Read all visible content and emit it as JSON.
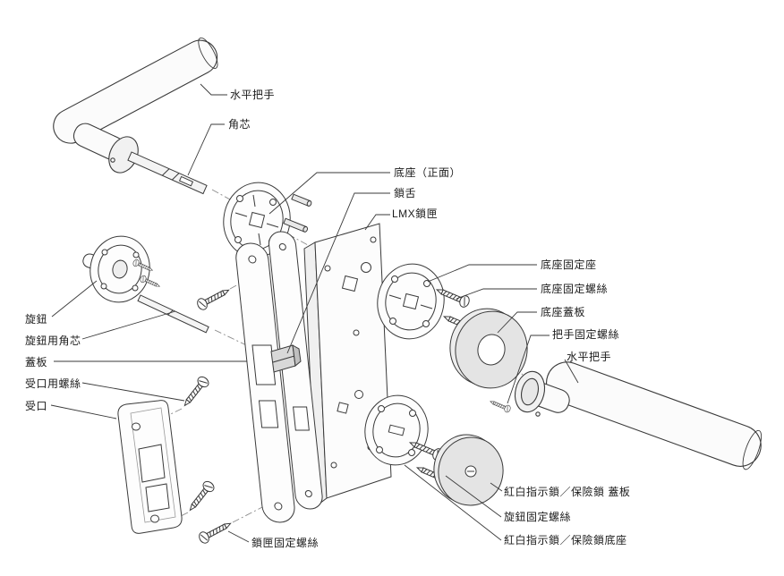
{
  "diagram": {
    "title": "door-lever-lock-exploded-view",
    "colors": {
      "line": "#3a3a3a",
      "fill_light": "#ededed",
      "background": "#ffffff"
    },
    "labels": [
      {
        "id": "handle-left",
        "text": "水平把手"
      },
      {
        "id": "square-spindle",
        "text": "角芯"
      },
      {
        "id": "rose-front",
        "text": "底座（正面）"
      },
      {
        "id": "latch-bolt",
        "text": "鎖舌"
      },
      {
        "id": "lock-case",
        "text": "LMX鎖匣"
      },
      {
        "id": "rose-fixing-seat",
        "text": "底座固定座"
      },
      {
        "id": "rose-fixing-screw",
        "text": "底座固定螺絲"
      },
      {
        "id": "rose-cover",
        "text": "底座蓋板"
      },
      {
        "id": "handle-fix-screw",
        "text": "把手固定螺絲"
      },
      {
        "id": "handle-right",
        "text": "水平把手"
      },
      {
        "id": "thumbturn",
        "text": "旋鈕"
      },
      {
        "id": "thumbturn-spindle",
        "text": "旋鈕用角芯"
      },
      {
        "id": "cover-plate",
        "text": "蓋板"
      },
      {
        "id": "strike-screw",
        "text": "受口用螺絲"
      },
      {
        "id": "strike",
        "text": "受口"
      },
      {
        "id": "lockcase-screw",
        "text": "鎖匣固定螺絲"
      },
      {
        "id": "indicator-cover",
        "text": "紅白指示鎖／保險鎖 蓋板"
      },
      {
        "id": "thumbturn-screw",
        "text": "旋鈕固定螺絲"
      },
      {
        "id": "indicator-base",
        "text": "紅白指示鎖／保險鎖底座"
      }
    ]
  }
}
